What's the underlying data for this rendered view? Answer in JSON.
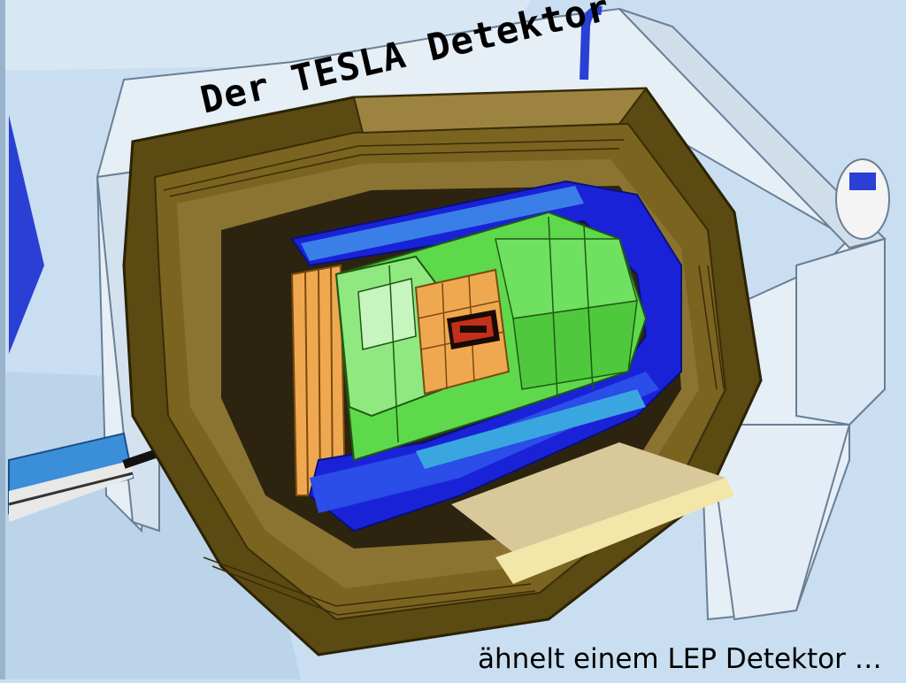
{
  "slide": {
    "title": "Der TESLA Detektor",
    "caption": "ähnelt einem LEP Detektor …"
  },
  "colors": {
    "background": "#c9def0",
    "iron_yoke": "#5b4a12",
    "coil_blue": "#1a22d8",
    "calorimeter_green": "#5fd94c",
    "tracker_orange": "#f0a850",
    "frame_light": "#e6f0f8"
  },
  "image": {
    "description_name": "tesla-detector-cutaway"
  }
}
